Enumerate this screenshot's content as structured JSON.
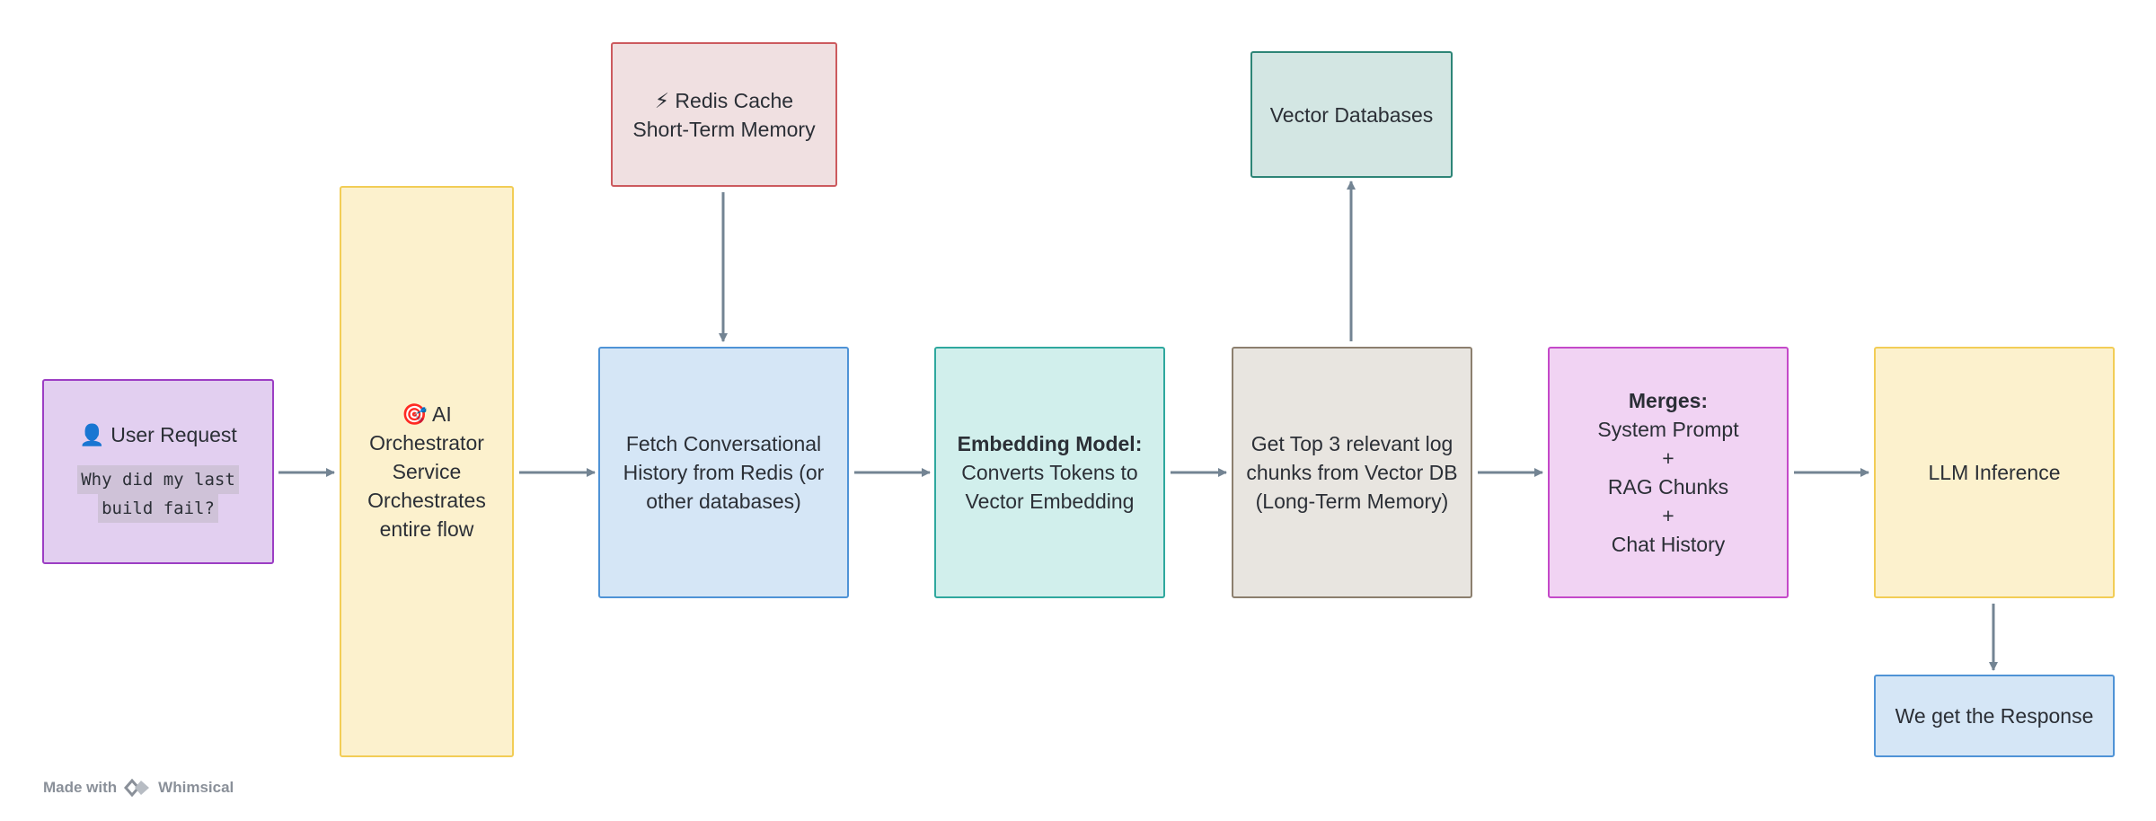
{
  "nodes": {
    "user_request": {
      "icon": "👤",
      "title": "User Request",
      "query_line1": "Why did my last",
      "query_line2": "build fail?"
    },
    "orchestrator": {
      "icon": "🎯",
      "line1": "AI",
      "line2": "Orchestrator",
      "line3": "Service",
      "line4": "Orchestrates",
      "line5": "entire flow"
    },
    "redis_cache": {
      "icon": "⚡",
      "line1": "Redis Cache",
      "line2": "Short-Term Memory"
    },
    "fetch_history": {
      "line1": "Fetch Conversational",
      "line2": "History from Redis (or",
      "line3": "other databases)"
    },
    "embedding": {
      "bold": "Embedding Model:",
      "line2": "Converts Tokens to",
      "line3": "Vector Embedding"
    },
    "vector_db": {
      "label": "Vector Databases"
    },
    "top3": {
      "line1": "Get Top 3 relevant log",
      "line2": "chunks from Vector DB",
      "line3": "(Long-Term Memory)"
    },
    "merge": {
      "bold": "Merges:",
      "line2": "System Prompt",
      "line3": "+",
      "line4": "RAG Chunks",
      "line5": "+",
      "line6": "Chat History"
    },
    "llm": {
      "label": "LLM Inference"
    },
    "response": {
      "label": "We get the Response"
    }
  },
  "footer": {
    "made_with": "Made with",
    "brand": "Whimsical"
  },
  "colors": {
    "purple_fill": "#e2cff0",
    "purple_border": "#9c3ec4",
    "yellow_fill": "#fcf1cd",
    "yellow_border": "#f2cd56",
    "red_fill": "#f0e0e1",
    "red_border": "#cc5a5e",
    "blue_fill": "#d5e6f6",
    "blue_border": "#4f93d6",
    "teal_fill": "#d1efec",
    "teal_border": "#2fa89e",
    "dteal_fill": "#d3e6e3",
    "dteal_border": "#2d8577",
    "gray_fill": "#e8e5e0",
    "gray_border": "#8c7f6e",
    "magenta_fill": "#f1d3f3",
    "magenta_border": "#c449c9",
    "arrow": "#738493"
  }
}
